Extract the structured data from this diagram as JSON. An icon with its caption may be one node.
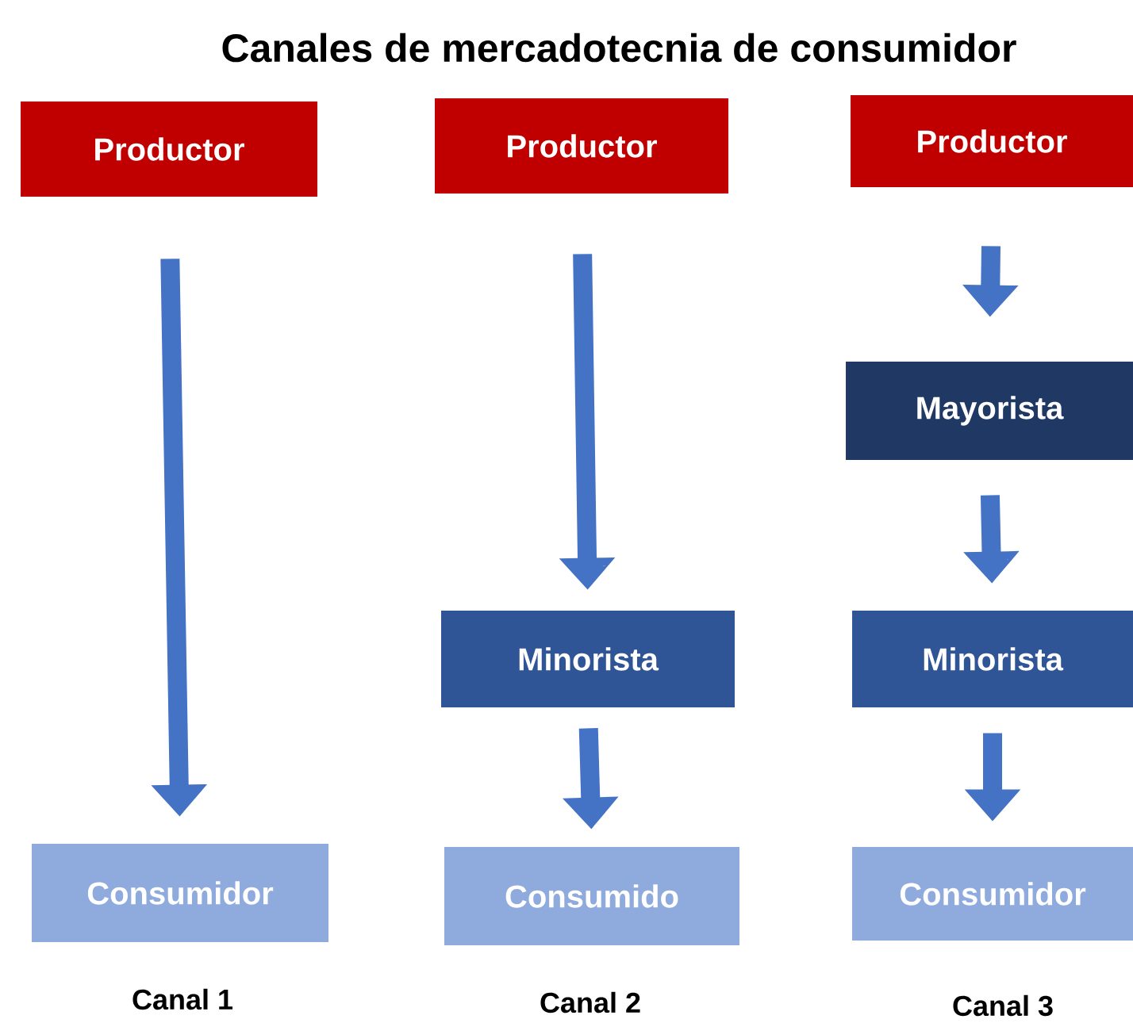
{
  "diagram": {
    "title": "Canales de mercadotecnia de consumidor",
    "nodes": [
      {
        "text": [
          "Productor"
        ]
      },
      {
        "text": [
          "Productor"
        ]
      },
      {
        "text": [
          "Productor"
        ]
      },
      {
        "text": [
          "Mayorista"
        ]
      },
      {
        "text": [
          "Minorista"
        ]
      },
      {
        "text": [
          "Minorista"
        ]
      },
      {
        "text": [
          "Consumidor"
        ]
      },
      {
        "text": [
          "Consumido"
        ]
      },
      {
        "text": [
          "Consumidor"
        ]
      }
    ],
    "edges": [
      {
        "from": 0,
        "to": 6,
        "arrow": "to"
      },
      {
        "from": 1,
        "to": 4,
        "arrow": "to"
      },
      {
        "from": 4,
        "to": 7,
        "arrow": "to"
      },
      {
        "from": 2,
        "to": 3,
        "arrow": "to"
      },
      {
        "from": 3,
        "to": 5,
        "arrow": "to"
      },
      {
        "from": 5,
        "to": 8,
        "arrow": "to"
      }
    ],
    "labels": [
      "Canal 1",
      "Canal 2",
      "Canal 3"
    ]
  }
}
